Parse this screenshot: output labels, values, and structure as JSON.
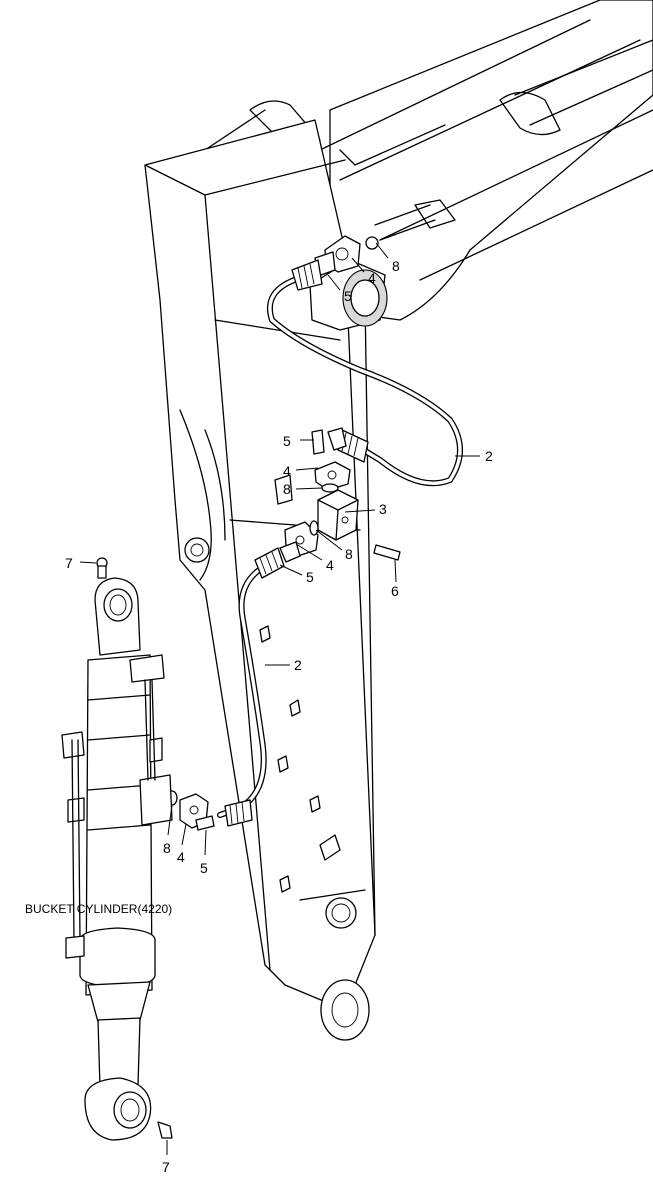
{
  "caption": "BUCKET CYLINDER(4220)",
  "callouts": {
    "c2_upper": "2",
    "c2_lower": "2",
    "c3": "3",
    "c4_top": "4",
    "c4_mid_a": "4",
    "c4_mid_b": "4",
    "c4_bottom": "4",
    "c5_top": "5",
    "c5_mid_a": "5",
    "c5_mid_b": "5",
    "c5_bottom": "5",
    "c6": "6",
    "c7_top": "7",
    "c7_bottom": "7",
    "c8_top": "8",
    "c8_mid_a": "8",
    "c8_mid_b": "8",
    "c8_bottom": "8"
  }
}
